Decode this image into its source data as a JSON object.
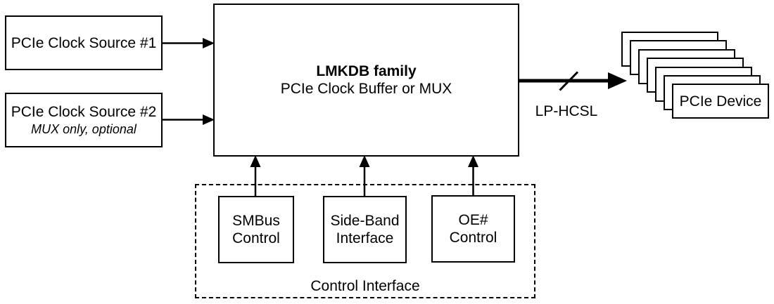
{
  "diagram": {
    "sources": [
      {
        "label": "PCIe Clock Source #1"
      },
      {
        "label": "PCIe Clock Source #2",
        "note": "MUX only, optional"
      }
    ],
    "main_block": {
      "title": "LMKDB family",
      "subtitle": "PCIe Clock Buffer or MUX"
    },
    "output": {
      "bus_label": "LP-HCSL",
      "device_label": "PCIe Device",
      "device_stack_count": 7
    },
    "control_interface": {
      "group_label": "Control Interface",
      "blocks": [
        {
          "line1": "SMBus",
          "line2": "Control"
        },
        {
          "line1": "Side-Band",
          "line2": "Interface"
        },
        {
          "line1": "OE#",
          "line2": "Control"
        }
      ]
    },
    "colors": {
      "line": "#000000",
      "background": "#ffffff",
      "box_fill": "#ffffff"
    }
  }
}
